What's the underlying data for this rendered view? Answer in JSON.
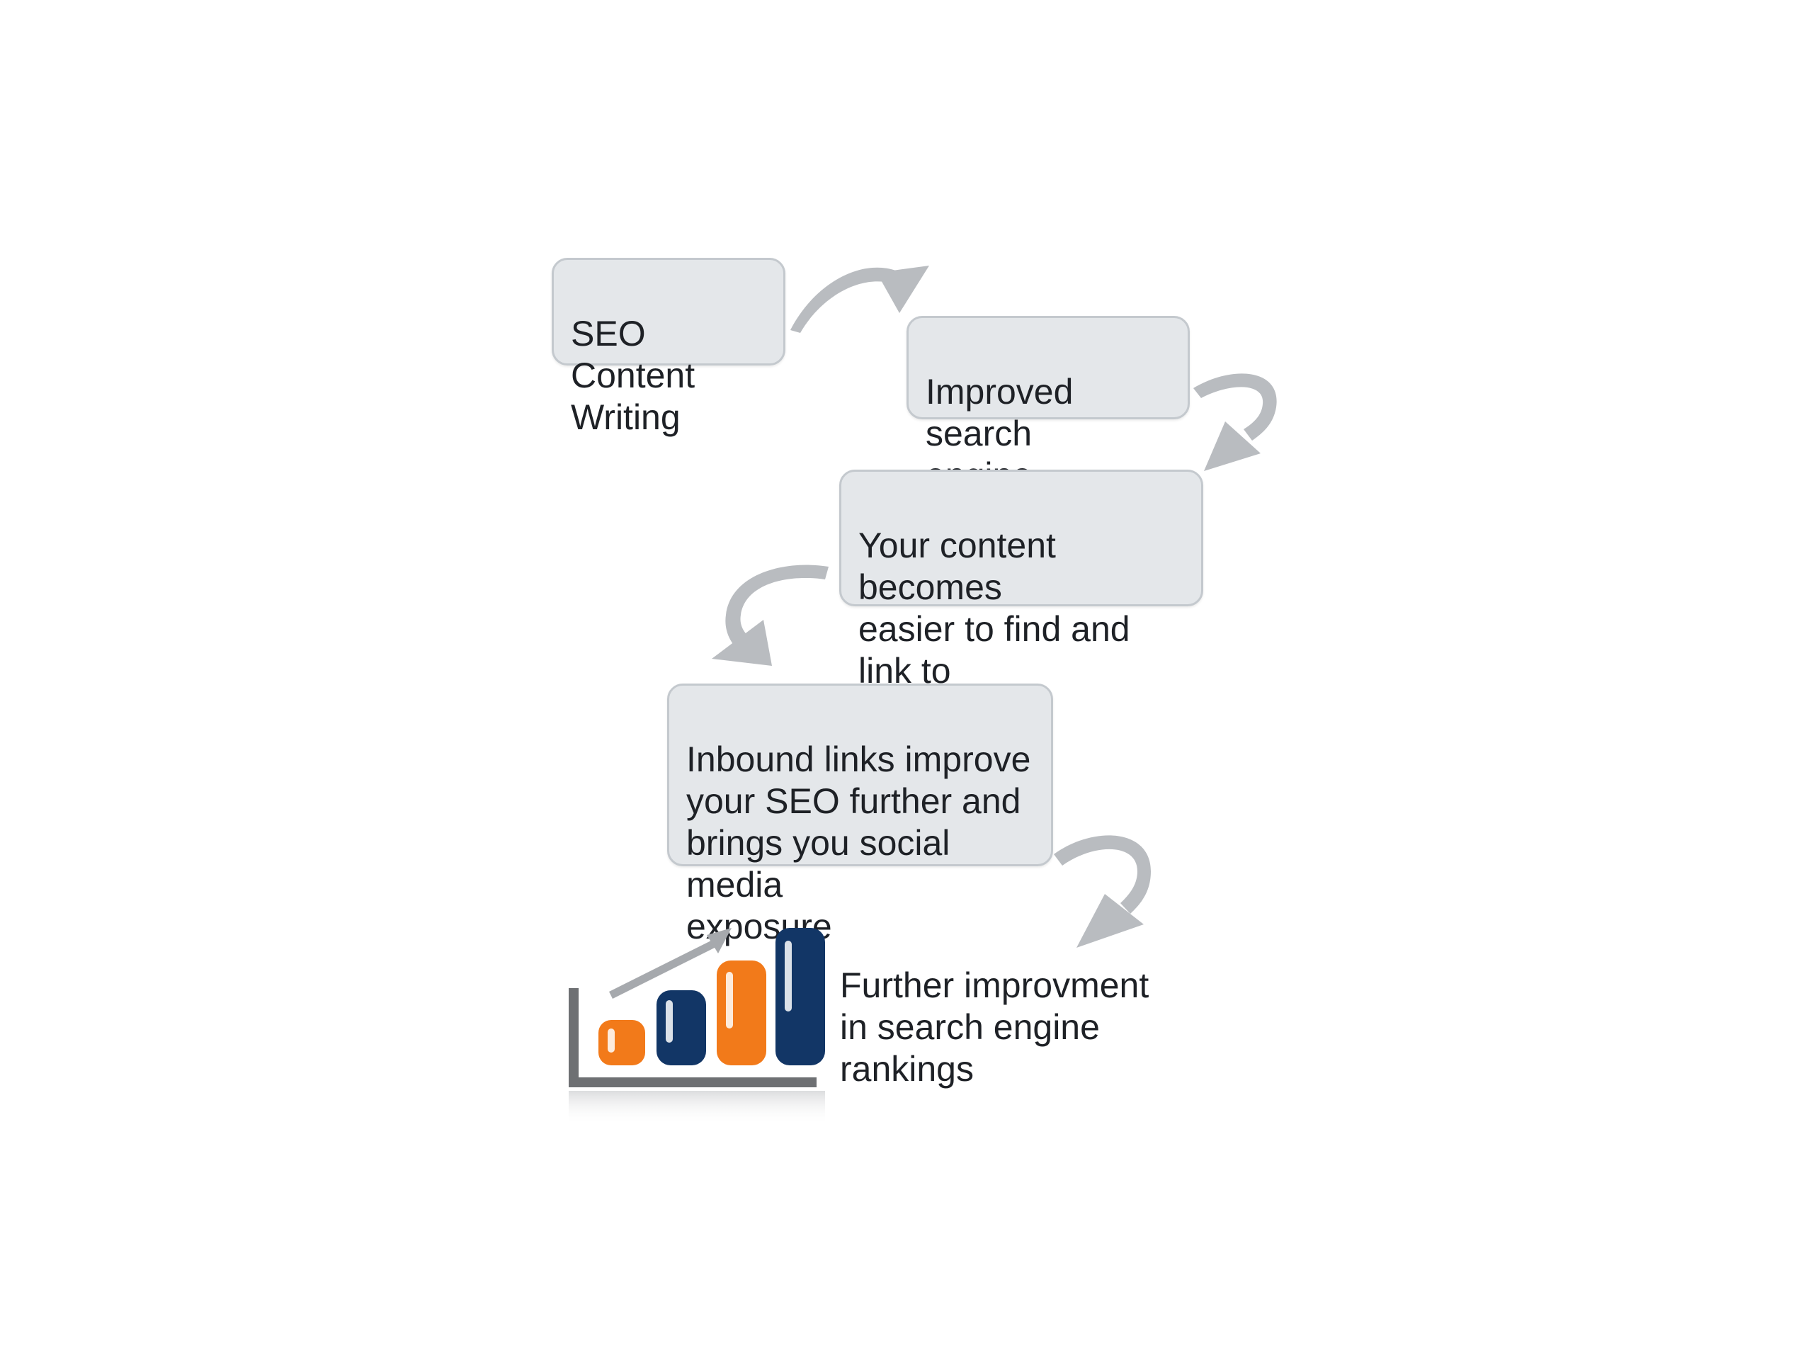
{
  "steps": [
    {
      "text": "SEO Content\nWriting"
    },
    {
      "text": "Improved search\nengine rankings"
    },
    {
      "text": "Your content becomes\neasier to find and\nlink to"
    },
    {
      "text": "Inbound links improve\nyour SEO further and\nbrings you social media\nexposure"
    }
  ],
  "final_step": {
    "text": "Further improvment\nin search engine\nrankings"
  },
  "colors": {
    "box_fill": "#e4e7ea",
    "box_border": "#c4c9ce",
    "arrow": "#b9bcc0",
    "bar_orange": "#f27a1a",
    "bar_navy": "#123666",
    "axis": "#6e7073"
  },
  "icons": [
    "curved-arrow-icon",
    "bar-chart-growth-icon"
  ]
}
